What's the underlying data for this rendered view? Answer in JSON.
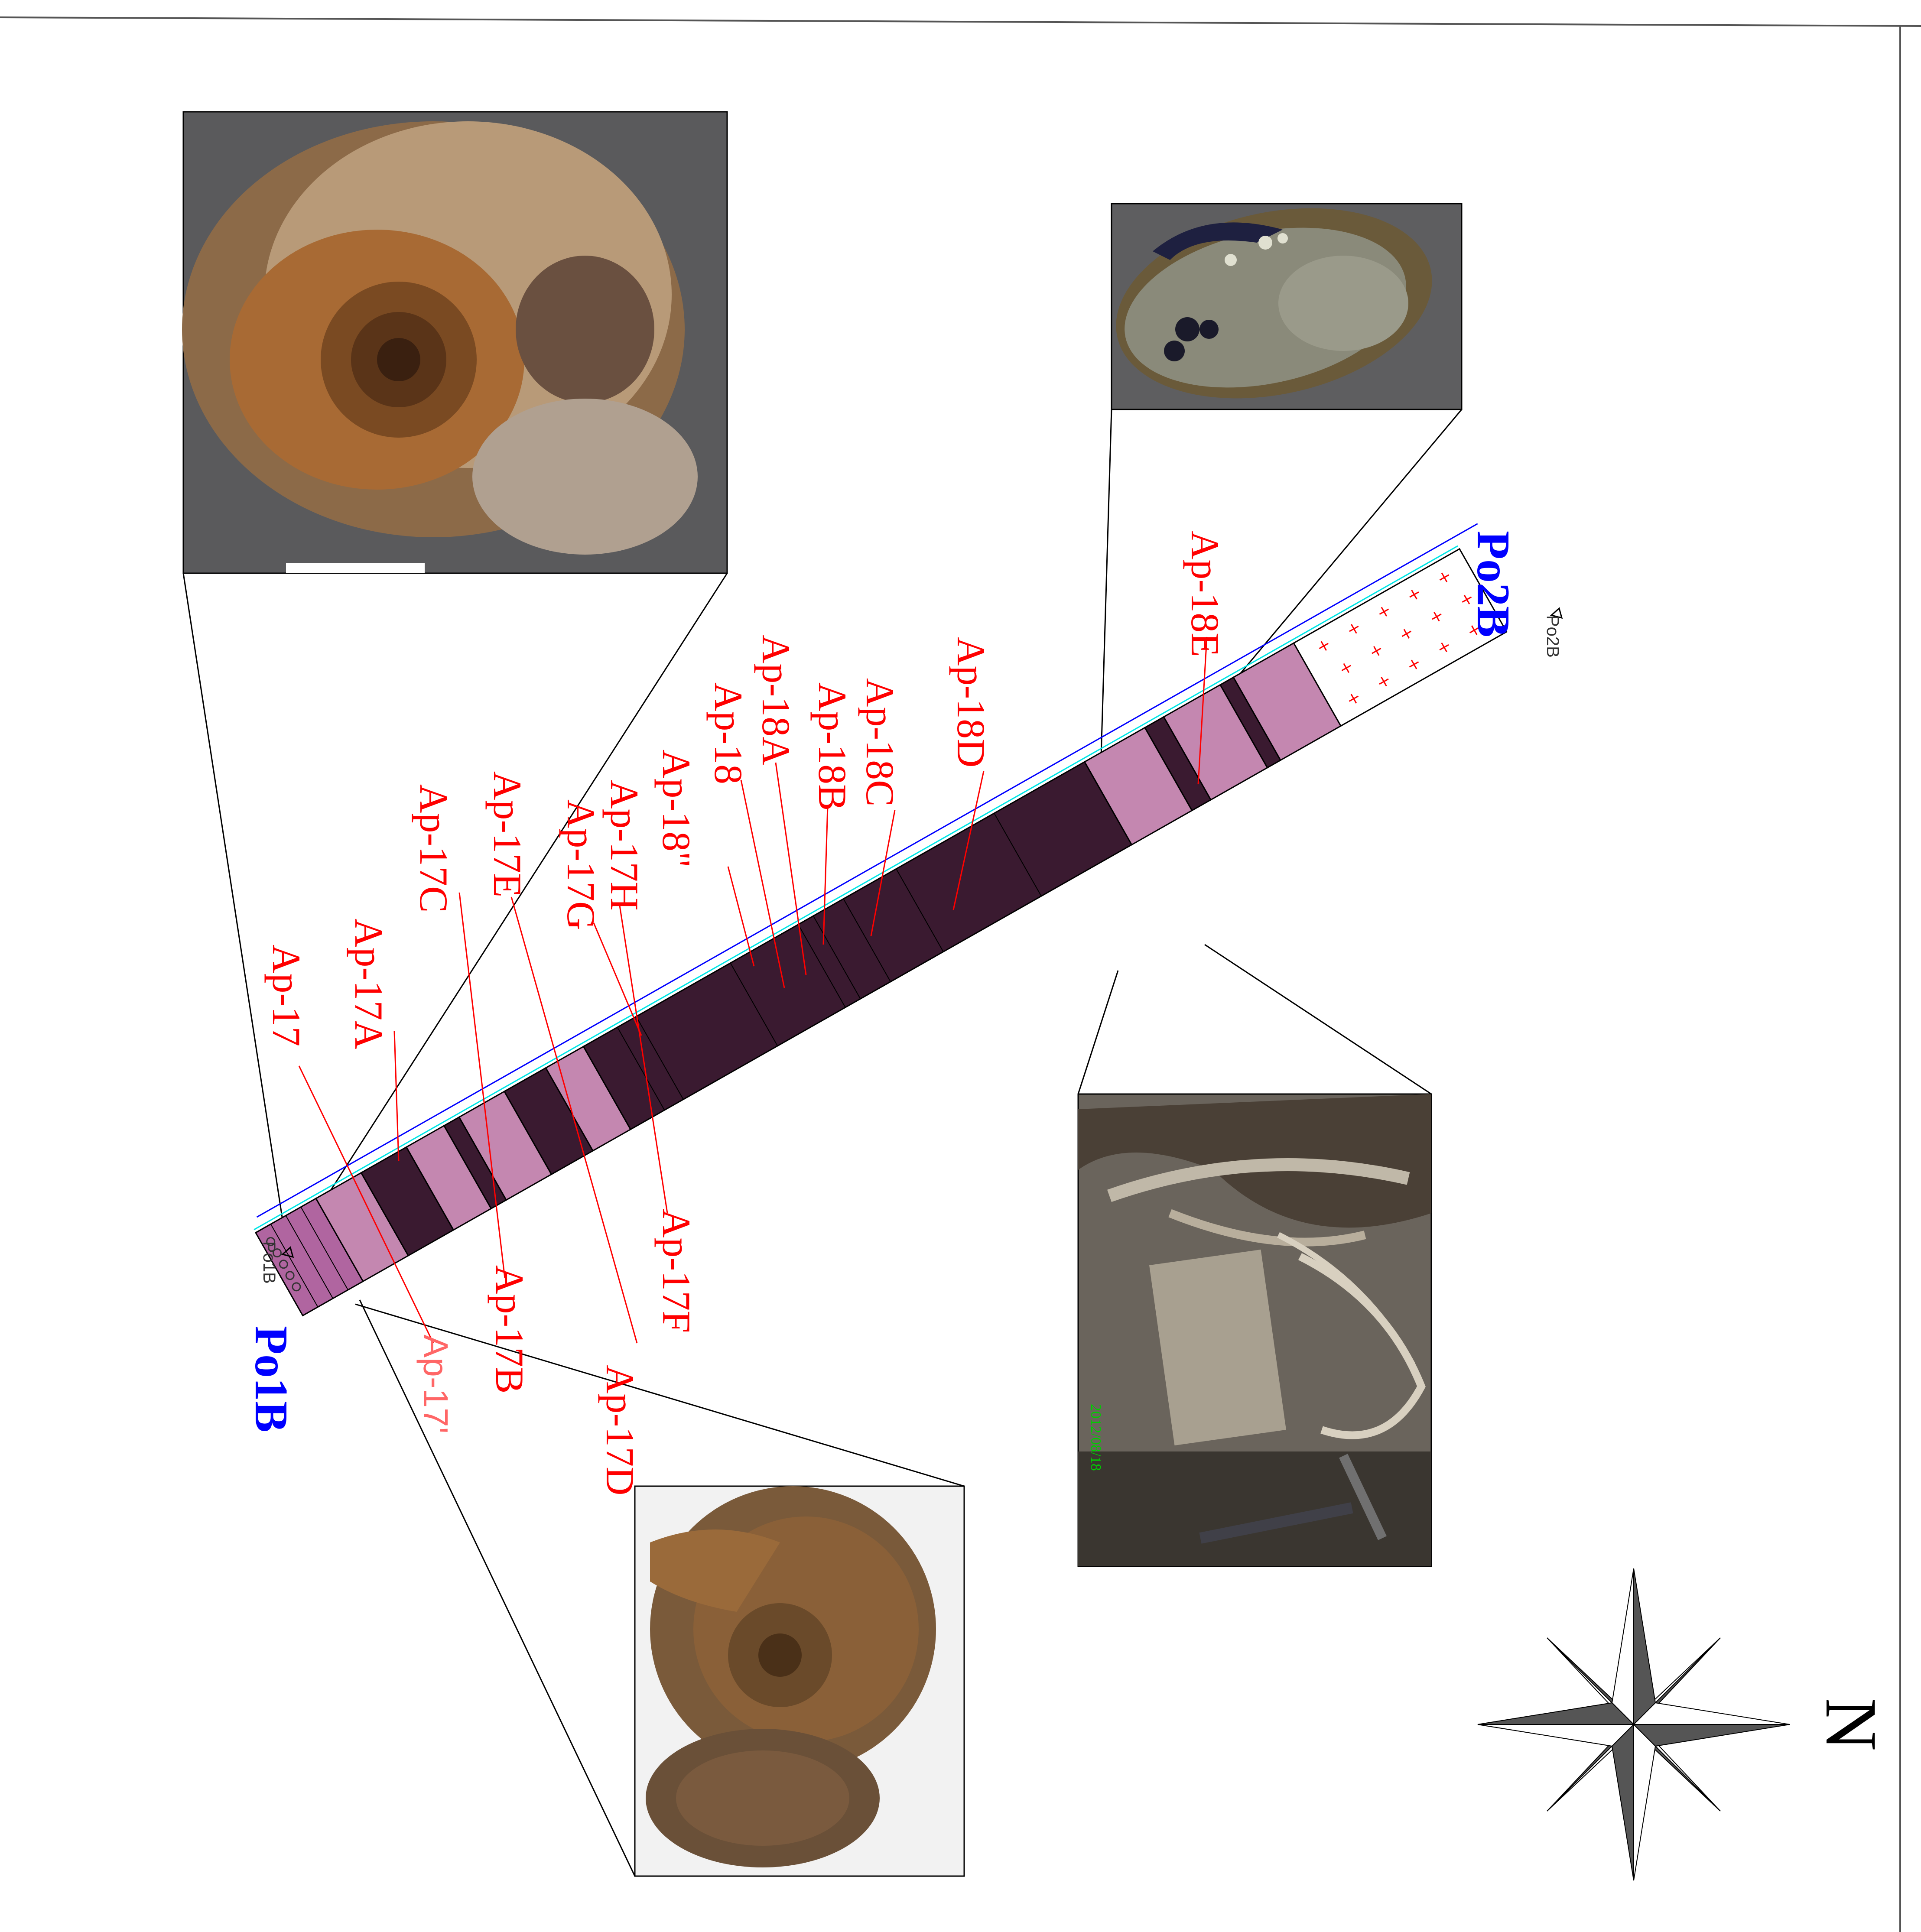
{
  "section_labels": {
    "start": "Po1B",
    "end": "Po2B",
    "start_marker": "Po1B",
    "end_marker": "Po2B"
  },
  "samples": [
    {
      "id": "ap17",
      "text": "Ap-17"
    },
    {
      "id": "ap17p",
      "text": "Ap-17'"
    },
    {
      "id": "ap17a",
      "text": "Ap-17A"
    },
    {
      "id": "ap17b",
      "text": "Ap-17B"
    },
    {
      "id": "ap17c",
      "text": "Ap-17C"
    },
    {
      "id": "ap17d",
      "text": "Ap-17D"
    },
    {
      "id": "ap17e",
      "text": "Ap-17E"
    },
    {
      "id": "ap17f",
      "text": "Ap-17F"
    },
    {
      "id": "ap17g",
      "text": "Ap-17G"
    },
    {
      "id": "ap17h",
      "text": "Ap-17H"
    },
    {
      "id": "ap18pp",
      "text": "Ap-18\""
    },
    {
      "id": "ap18",
      "text": "Ap-18"
    },
    {
      "id": "ap18a",
      "text": "Ap-18A"
    },
    {
      "id": "ap18b",
      "text": "Ap-18B"
    },
    {
      "id": "ap18c",
      "text": "Ap-18C"
    },
    {
      "id": "ap18d",
      "text": "Ap-18D"
    },
    {
      "id": "ap18e",
      "text": "Ap-18E"
    }
  ],
  "photos": {
    "ammonite_large": "ammonite fossil photo",
    "bivalve": "bivalve fossil photo",
    "outcrop": "outcrop photo with rock hammer",
    "ammonite_small": "ammonite fossil photo (fragments)"
  },
  "outcrop_photo_stamp": "2012/08/18",
  "north_label": "N",
  "colors": {
    "marl_light": "#c487b0",
    "marl_mid": "#b065a0",
    "limestone_dark": "#3a1a30",
    "granite_cross": "#ff0000",
    "sample_red": "#ff0000",
    "section_blue": "#0000ff",
    "section_cyan": "#00e5e5"
  },
  "icons": {
    "compass": "compass-rose-icon",
    "granite_symbol": "plus-pattern"
  }
}
